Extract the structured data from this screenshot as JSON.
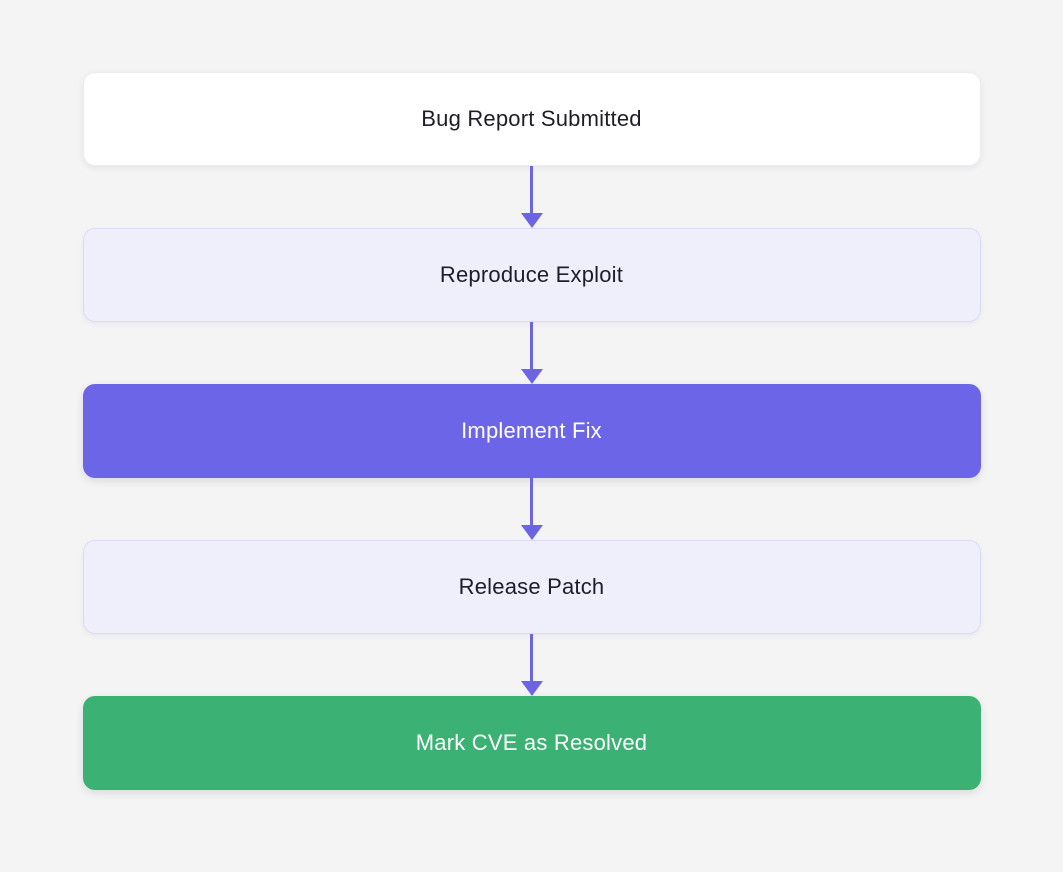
{
  "palette": {
    "background": "#f4f4f5",
    "arrow": "#6d64e3",
    "node_start_bg": "#ffffff",
    "node_start_border": "#ececee",
    "node_default_bg": "#efeffc",
    "node_default_border": "#dcdaf5",
    "node_active_bg": "#6c65e8",
    "node_success_bg": "#3bb273",
    "text_dark": "#1e1e28",
    "text_light": "#ffffff"
  },
  "diagram": {
    "type": "flowchart",
    "direction": "top-down",
    "nodes": [
      {
        "id": "n1",
        "label": "Bug Report Submitted",
        "variant": "start"
      },
      {
        "id": "n2",
        "label": "Reproduce Exploit",
        "variant": "default"
      },
      {
        "id": "n3",
        "label": "Implement Fix",
        "variant": "active"
      },
      {
        "id": "n4",
        "label": "Release Patch",
        "variant": "default"
      },
      {
        "id": "n5",
        "label": "Mark CVE as Resolved",
        "variant": "success"
      }
    ],
    "edges": [
      {
        "from": "n1",
        "to": "n2"
      },
      {
        "from": "n2",
        "to": "n3"
      },
      {
        "from": "n3",
        "to": "n4"
      },
      {
        "from": "n4",
        "to": "n5"
      }
    ]
  }
}
